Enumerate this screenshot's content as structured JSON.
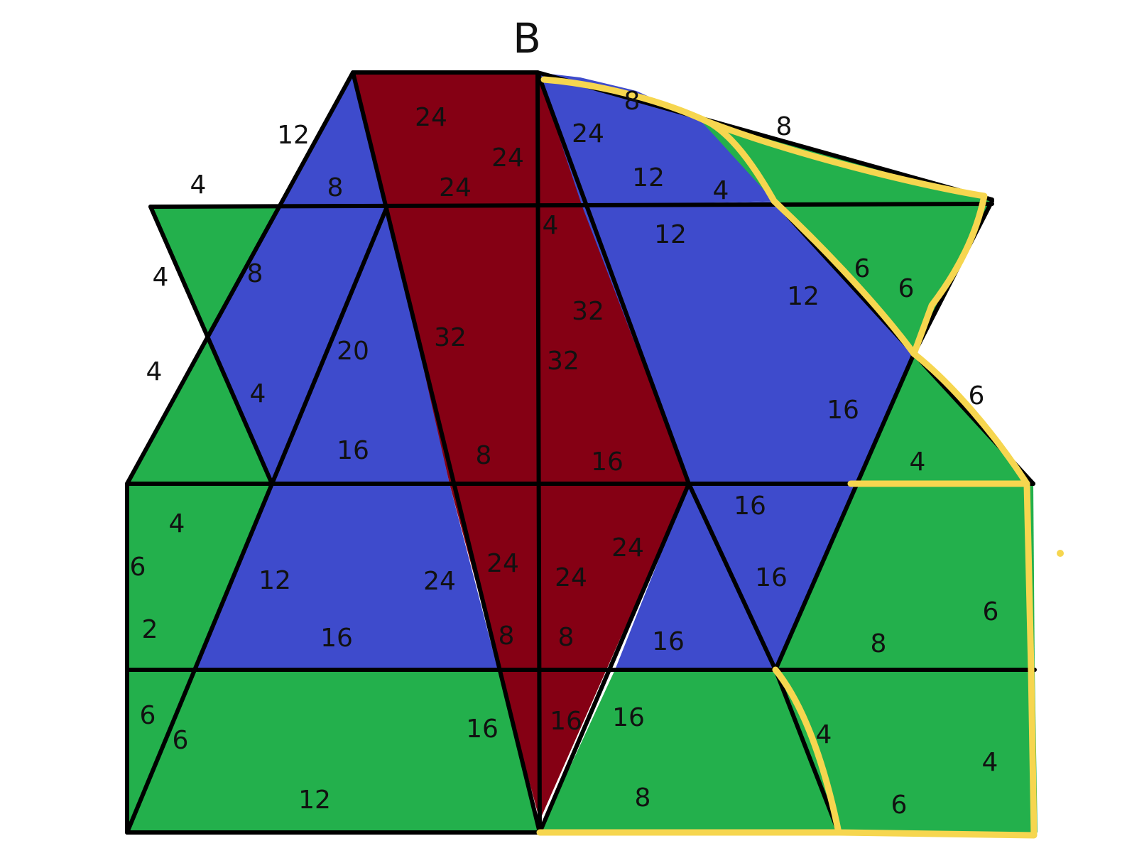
{
  "title": "B",
  "colors": {
    "green": "#23b04c",
    "blue": "#3e4bcc",
    "maroon": "#850014",
    "edge": "#000000",
    "highlight": "#f6d64f",
    "label": "#111111"
  },
  "labels": [
    "12",
    "4",
    "8",
    "24",
    "24",
    "24",
    "24",
    "8",
    "12",
    "4",
    "12",
    "8",
    "4",
    "8",
    "4",
    "20",
    "32",
    "32",
    "32",
    "12",
    "6",
    "6",
    "4",
    "4",
    "16",
    "8",
    "16",
    "16",
    "6",
    "4",
    "4",
    "12",
    "24",
    "24",
    "24",
    "24",
    "16",
    "16",
    "6",
    "6",
    "2",
    "16",
    "8",
    "8",
    "16",
    "8",
    "6",
    "6",
    "16",
    "16",
    "16",
    "4",
    "12",
    "8",
    "6",
    "4"
  ]
}
